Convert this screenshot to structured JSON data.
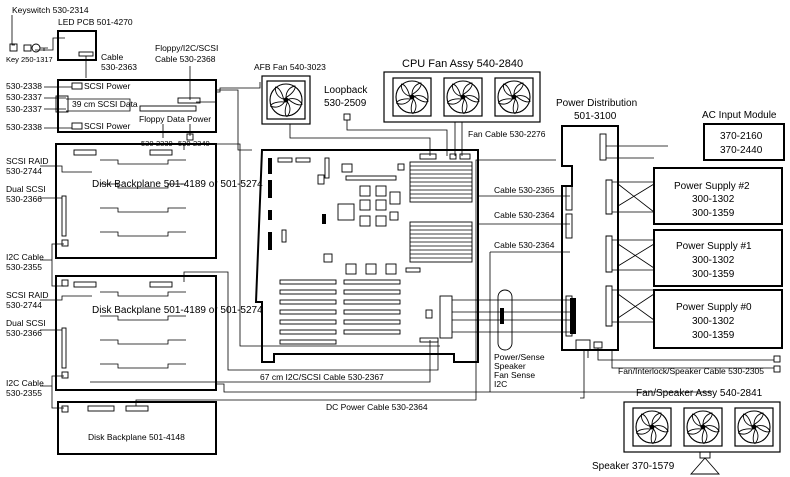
{
  "labels": {
    "keyswitch": "Keyswitch 530-2314",
    "led_pcb": "LED PCB 501-4270",
    "cable_led_1": "Cable",
    "cable_led_2": "530-2363",
    "key": "Key 250-1317",
    "floppy_i2c_1": "Floppy/I2C/SCSI",
    "floppy_i2c_2": "Cable 530-2368",
    "afb_fan_1": "AFB Fan 540-3023",
    "loopback_1": "Loopback",
    "loopback_2": "530-2509",
    "cpu_fan": "CPU Fan Assy 540-2840",
    "power_dist_1": "Power Distribution",
    "power_dist_2": "501-3100",
    "ac_input": "AC Input Module",
    "ac_part1": "370-2160",
    "ac_part2": "370-2440",
    "cable_2338a": "530-2338",
    "cable_2337a": "530-2337",
    "cable_2337b": "530-2337",
    "cable_2338b": "530-2338",
    "scsi_power_a": "SCSI Power",
    "scsi_data": "39 cm SCSI Data",
    "scsi_power_b": "SCSI Power",
    "floppy_data": "Floppy Data",
    "power_label": "Power",
    "cable_2339": "530-2339",
    "cable_2340": "530-2340",
    "fan_cable": "Fan Cable 530-2276",
    "scsi_raid_1a": "SCSI RAID",
    "scsi_raid_1b": "530-2744",
    "dual_scsi_1a": "Dual SCSI",
    "dual_scsi_1b": "530-2366",
    "backplane_1": "Disk Backplane 501-4189 or 501-5274",
    "i2c_cable_1a": "I2C Cable",
    "i2c_cable_1b": "530-2355",
    "scsi_raid_2a": "SCSI RAID",
    "scsi_raid_2b": "530-2744",
    "dual_scsi_2a": "Dual SCSI",
    "dual_scsi_2b": "530-2366",
    "backplane_2": "Disk Backplane 501-4189 or 501-5274",
    "i2c_cable_2a": "I2C Cable",
    "i2c_cable_2b": "530-2355",
    "backplane_3": "Disk Backplane 501-4148",
    "cable_2365": "Cable 530-2365",
    "cable_2364a": "Cable 530-2364",
    "cable_2364b": "Cable 530-2364",
    "ps2_title": "Power Supply #2",
    "ps2_p1": "300-1302",
    "ps2_p2": "300-1359",
    "ps1_title": "Power Supply #1",
    "ps1_p1": "300-1302",
    "ps1_p2": "300-1359",
    "ps0_title": "Power Supply #0",
    "ps0_p1": "300-1302",
    "ps0_p2": "300-1359",
    "power_sense_1": "Power/Sense",
    "power_sense_2": "Speaker",
    "power_sense_3": "Fan Sense",
    "power_sense_4": "I2C",
    "fan_interlock": "Fan/Interlock/Speaker Cable 530-2305",
    "scsi_cable_67": "67 cm I2C/SCSI Cable 530-2367",
    "dc_power": "DC Power Cable 530-2364",
    "fan_speaker": "Fan/Speaker Assy 540-2841",
    "speaker": "Speaker 370-1579"
  },
  "icons": {
    "fan": "fan-icon",
    "key": "key-icon",
    "keyswitch": "keyswitch-icon",
    "speaker": "speaker-icon"
  }
}
